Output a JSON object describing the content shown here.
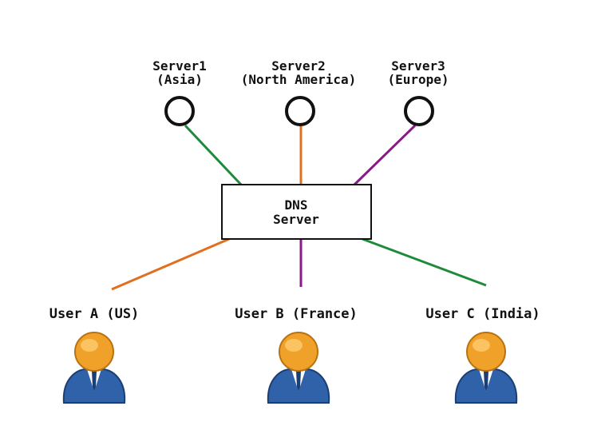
{
  "colors": {
    "asia": "#1e8a3a",
    "north_america": "#e07020",
    "europe": "#8a1a8a",
    "node_stroke": "#111111",
    "person_head": "#f0a12a",
    "person_body": "#2f62a8"
  },
  "servers": [
    {
      "id": "server1",
      "name": "Server1",
      "region": "(Asia)",
      "link_color_key": "asia"
    },
    {
      "id": "server2",
      "name": "Server2",
      "region": "(North America)",
      "link_color_key": "north_america"
    },
    {
      "id": "server3",
      "name": "Server3",
      "region": "(Europe)",
      "link_color_key": "europe"
    }
  ],
  "dns": {
    "line1": "DNS",
    "line2": "Server"
  },
  "users": [
    {
      "id": "user-a",
      "label": "User A (US)",
      "link_color_key": "north_america",
      "icon": "person-icon"
    },
    {
      "id": "user-b",
      "label": "User B (France)",
      "link_color_key": "europe",
      "icon": "person-icon"
    },
    {
      "id": "user-c",
      "label": "User C (India)",
      "link_color_key": "asia",
      "icon": "person-icon"
    }
  ]
}
